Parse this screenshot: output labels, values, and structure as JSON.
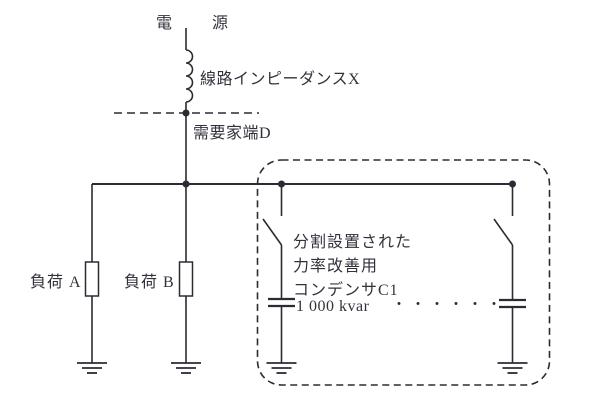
{
  "diagram": {
    "source_label": "電 源",
    "line_impedance_label": "線路インピーダンスX",
    "consumer_end_label": "需要家端D",
    "load_a_label": "負荷 A",
    "load_b_label": "負荷 B",
    "capacitor_bank": {
      "note_line1": "分割設置された",
      "note_line2": "力率改善用",
      "note_line3": "コンデンサC1",
      "rating": "1 000 kvar",
      "ellipsis_dots": "・・・・・・"
    },
    "colors": {
      "line": "#2b2b34",
      "text": "#32323c",
      "background": "#ffffff"
    }
  }
}
